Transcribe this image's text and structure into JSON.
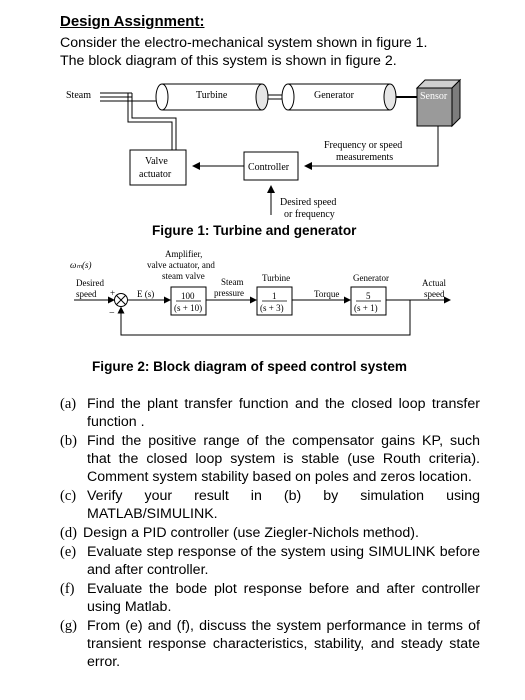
{
  "heading": "Design Assignment:",
  "intro": [
    "Consider the electro-mechanical system shown in figure 1.",
    "The block diagram of this system is shown in figure 2."
  ],
  "figure1": {
    "steam": "Steam",
    "turbine": "Turbine",
    "generator": "Generator",
    "sensor": "Sensor",
    "feedback_line1": "Frequency or speed",
    "feedback_line2": "measurements",
    "valve_line1": "Valve",
    "valve_line2": "actuator",
    "controller": "Controller",
    "desired_line1": "Desired speed",
    "desired_line2": "or frequency",
    "caption": "Figure 1: Turbine and generator"
  },
  "figure2": {
    "omega": "ωₘ(s)",
    "desired_line1": "Desired",
    "desired_line2": "speed",
    "plus": "+",
    "minus": "−",
    "error": "E (s)",
    "amp_line1": "Amplifier,",
    "amp_line2": "valve actuator, and",
    "amp_line3": "steam valve",
    "amp_num": "100",
    "amp_den": "(s + 10)",
    "steam_line1": "Steam",
    "steam_line2": "pressure",
    "turbine_label": "Turbine",
    "turbine_num": "1",
    "turbine_den": "(s + 3)",
    "torque": "Torque",
    "generator_label": "Generator",
    "gen_num": "5",
    "gen_den": "(s + 1)",
    "actual_line1": "Actual",
    "actual_line2": "speed",
    "caption": "Figure 2: Block diagram of speed control system"
  },
  "tasks": [
    {
      "label": "(a)",
      "text": "Find the plant transfer function and the closed loop transfer function ."
    },
    {
      "label": "(b)",
      "text": "Find the positive range of the compensator gains KP, such that the closed loop system is stable (use Routh criteria). Comment system stability based on poles and zeros location."
    },
    {
      "label": "(c)",
      "text": "Verify your result in (b) by simulation using MATLAB/SIMULINK."
    },
    {
      "label": "(d)",
      "text": "Design a PID controller (use Ziegler-Nichols method)."
    },
    {
      "label": "(e)",
      "text": "Evaluate step response of the system using SIMULINK before and after controller."
    },
    {
      "label": "(f)",
      "text": "Evaluate the bode plot response before and after controller using Matlab."
    },
    {
      "label": "(g)",
      "text": "From (e) and (f), discuss the system performance in terms of transient response characteristics, stability, and steady state error."
    }
  ]
}
